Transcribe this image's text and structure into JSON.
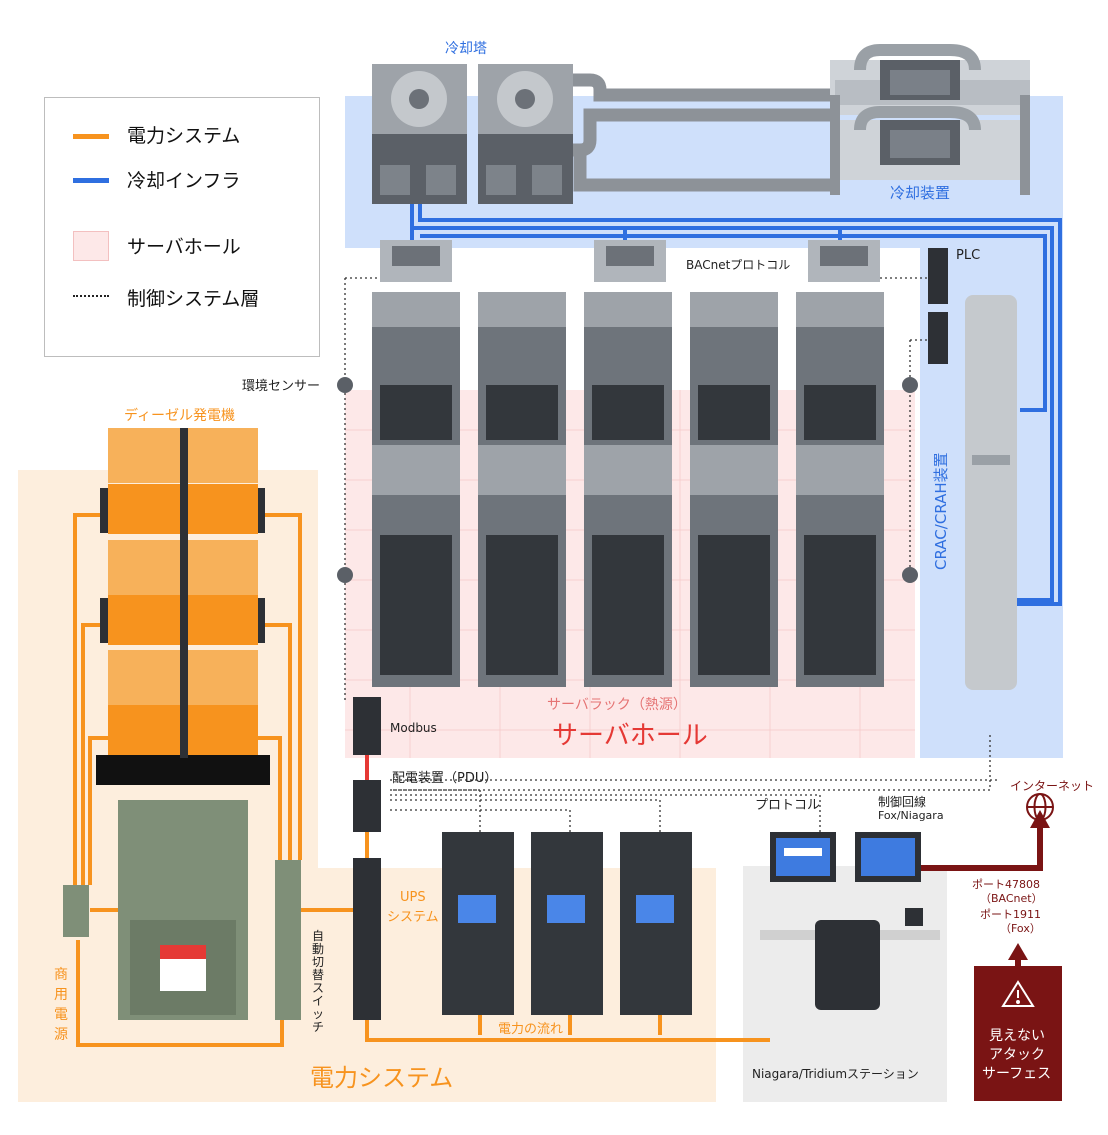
{
  "legend": {
    "power": "電力システム",
    "cooling": "冷却インフラ",
    "server_hall": "サーバホール",
    "control": "制御システム層"
  },
  "labels": {
    "cooling_tower": "冷却塔",
    "chiller": "冷却装置",
    "bacnet_protocol": "BACnetプロトコル",
    "plc": "PLC",
    "env_sensor": "環境センサー",
    "crac": "CRAC/CRAH装置",
    "diesel": "ディーゼル発電機",
    "server_rack": "サーバラック（熱源）",
    "server_hall": "サーバホール",
    "modbus": "Modbus",
    "pdu": "配電装置（PDU）",
    "ups_line1": "UPS",
    "ups_line2": "システム",
    "ats": "自動切替スイッチ",
    "utility": "商用電源",
    "power_flow": "電力の流れ",
    "power_system": "電力システム",
    "protocol": "プロトコル",
    "control_line1": "制御回線",
    "control_line2": "Fox/Niagara",
    "internet": "インターネット",
    "port1_line1": "ポート47808",
    "port1_line2": "（BACnet）",
    "port2_line1": "ポート1911",
    "port2_line2": "（Fox）",
    "attack_line1": "見えない",
    "attack_line2": "アタック",
    "attack_line3": "サーフェス",
    "station": "Niagara/Tridiumステーション"
  },
  "colors": {
    "power": "#f7931e",
    "cooling": "#2f6fe0",
    "server_hall_bg": "#fde8e8",
    "cooling_bg": "#cfe0fb",
    "power_bg": "#fdeedd",
    "attack": "#7a1414",
    "accent_red": "#e53935"
  },
  "icons": [
    "globe-icon",
    "warning-icon",
    "fan-icon",
    "monitor-icon",
    "office-chair-icon"
  ]
}
